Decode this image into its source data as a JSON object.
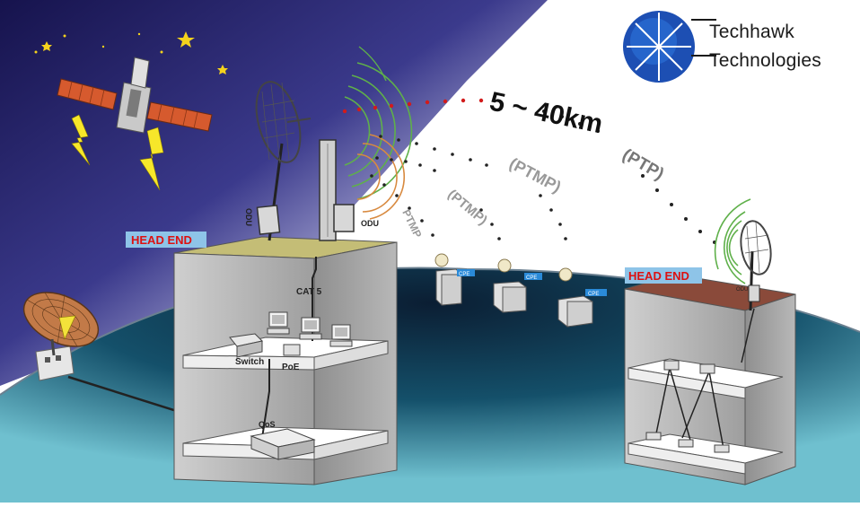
{
  "logo": {
    "line1": "echhawk",
    "line2": "echnologies",
    "initial": "T"
  },
  "distance_label": "5 ~ 40km",
  "ptp_label": "(PTP)",
  "ptmp_label": "(PTMP)",
  "ptmp_label_2": "(PTMP)",
  "ptmp_label_3": "PTMP",
  "head_end_left": "HEAD END",
  "head_end_right": "HEAD END",
  "odu_left": "ODU",
  "odu_right": "ODU",
  "odu_far": "ODU",
  "cat5": "CAT 5",
  "switch": "Switch",
  "poe": "PoE",
  "qos": "QoS",
  "cpe": "CPE",
  "colors": {
    "sky_top": "#1d1a5e",
    "globe": "#0d2f4a",
    "ocean": "#1c7c92",
    "roof": "#c9c07a",
    "roof_right": "#8a4a3a",
    "red_dot": "#d21b1b"
  }
}
